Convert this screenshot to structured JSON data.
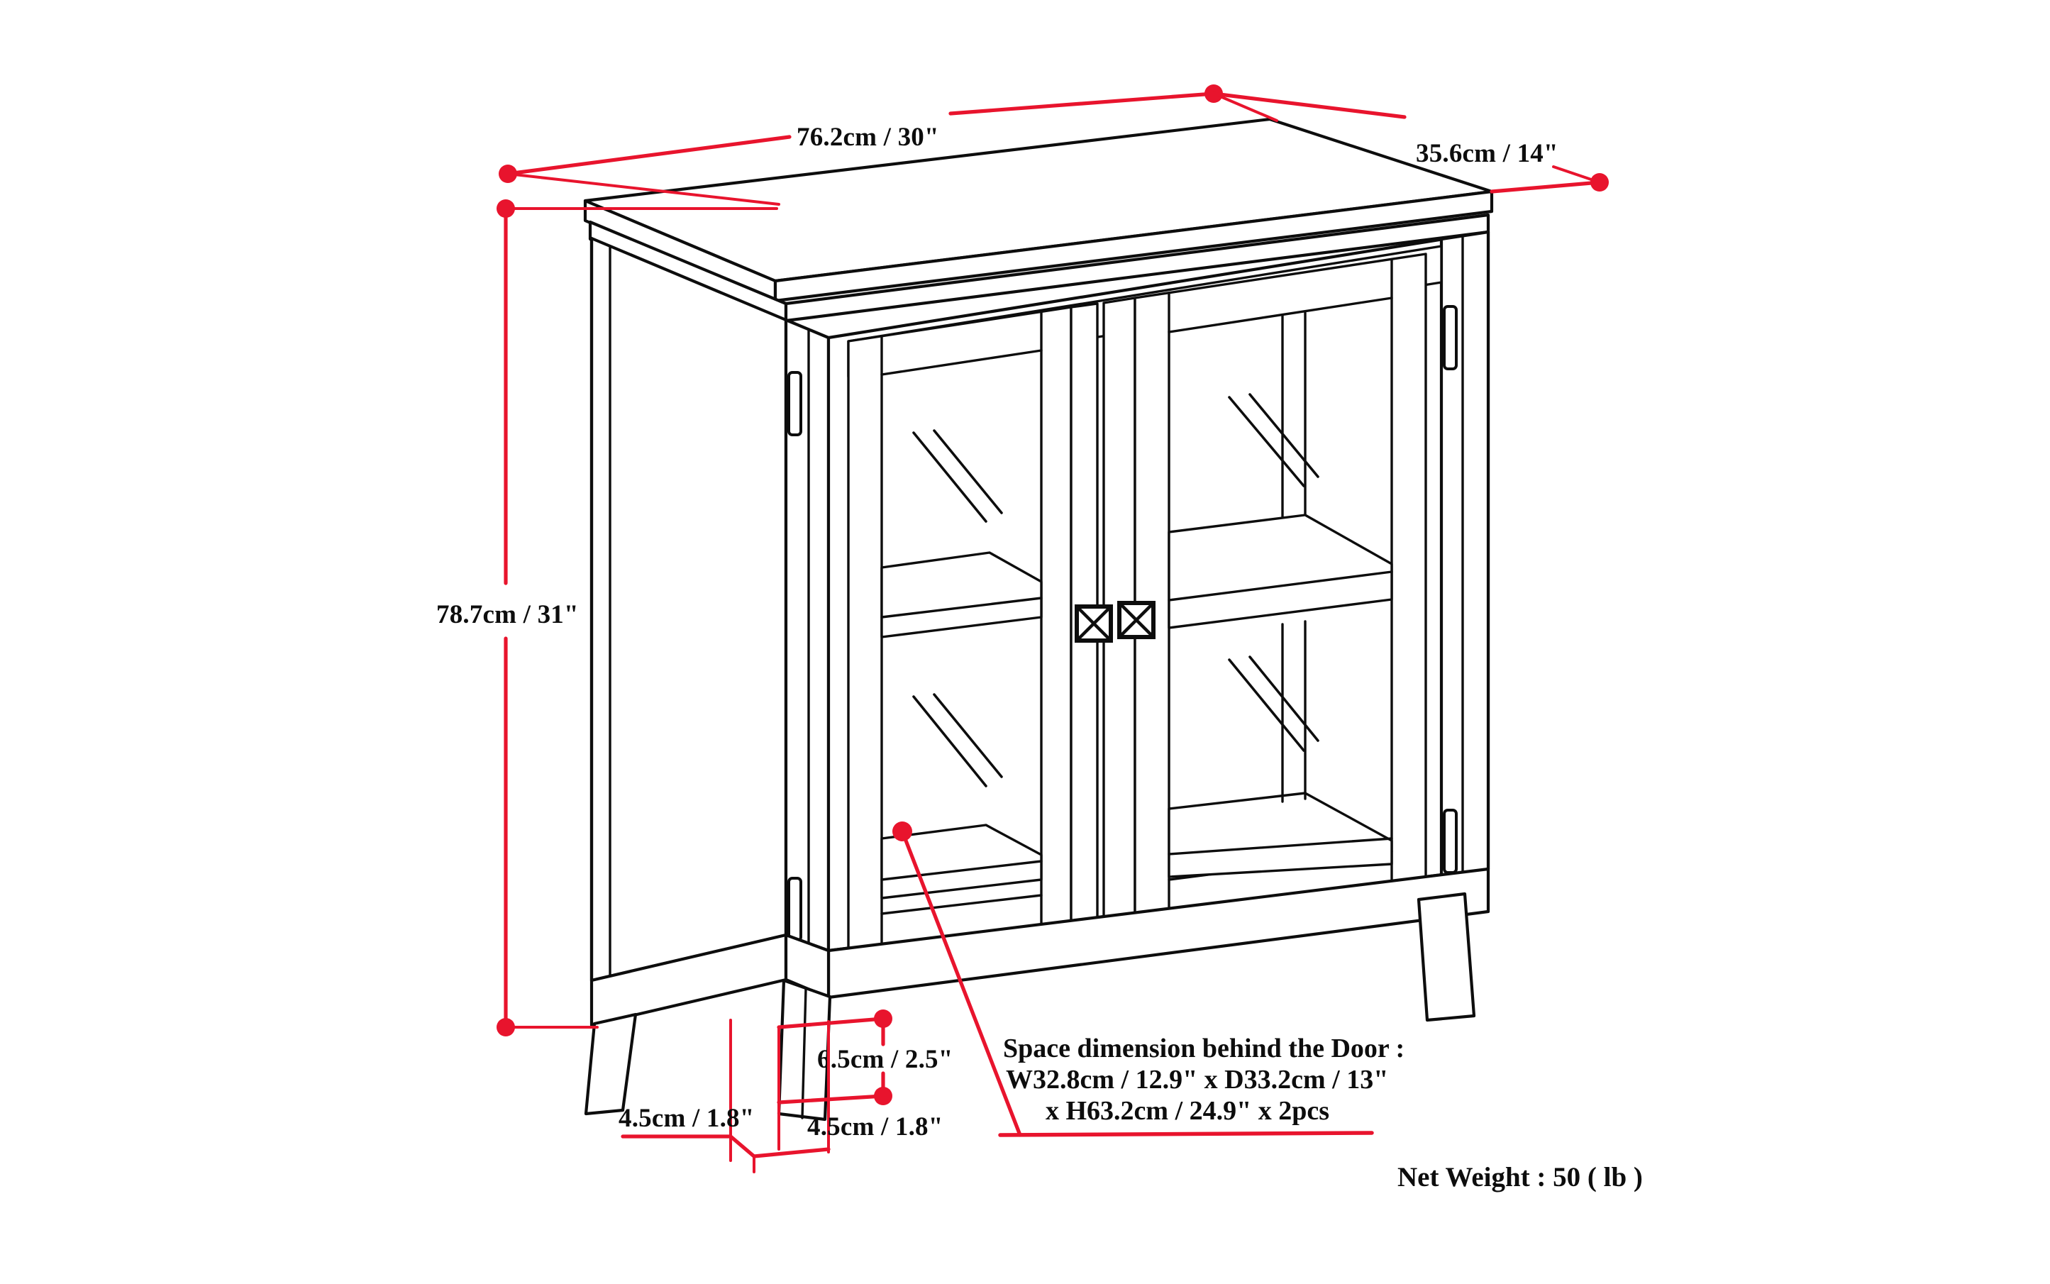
{
  "drawing": {
    "title": "Cabinet dimension drawing",
    "product": "two-door glass cabinet"
  },
  "dimensions": {
    "width": "76.2cm / 30\"",
    "depth": "35.6cm / 14\"",
    "height": "78.7cm / 31\"",
    "leg_height": "6.5cm / 2.5\"",
    "foot_left": "4.5cm / 1.8\"",
    "foot_right": "4.5cm / 1.8\""
  },
  "notes": {
    "space_line1": "Space dimension behind the Door :",
    "space_line2": "W32.8cm / 12.9\" x D33.2cm / 13\"",
    "space_line3": "x H63.2cm / 24.9\" x 2pcs",
    "net_weight": "Net Weight : 50 ( lb )"
  },
  "colors": {
    "dimension_red": "#e8142d",
    "line_black": "#0d0d0d",
    "background": "#ffffff"
  },
  "icons": {
    "knob": "square-cross-knob-icon",
    "hinge": "hinge-icon",
    "glass": "glass-reflection-icon"
  }
}
